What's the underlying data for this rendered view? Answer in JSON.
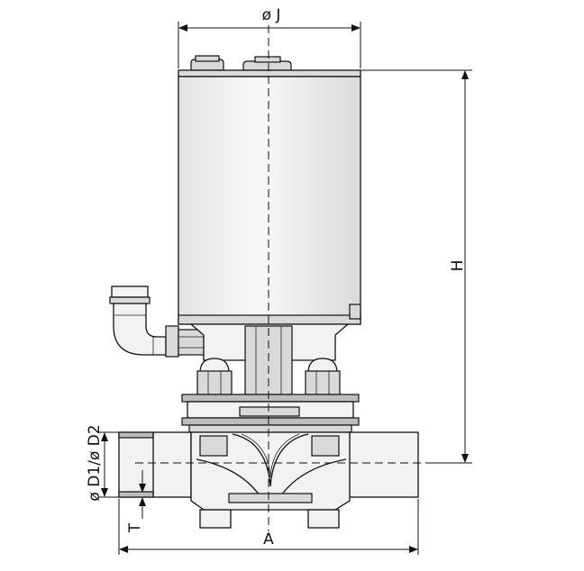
{
  "labels": {
    "dia_j": "ø J",
    "height": "H",
    "dia_d": "ø D1/ø D2",
    "thickness": "T",
    "length": "A"
  }
}
